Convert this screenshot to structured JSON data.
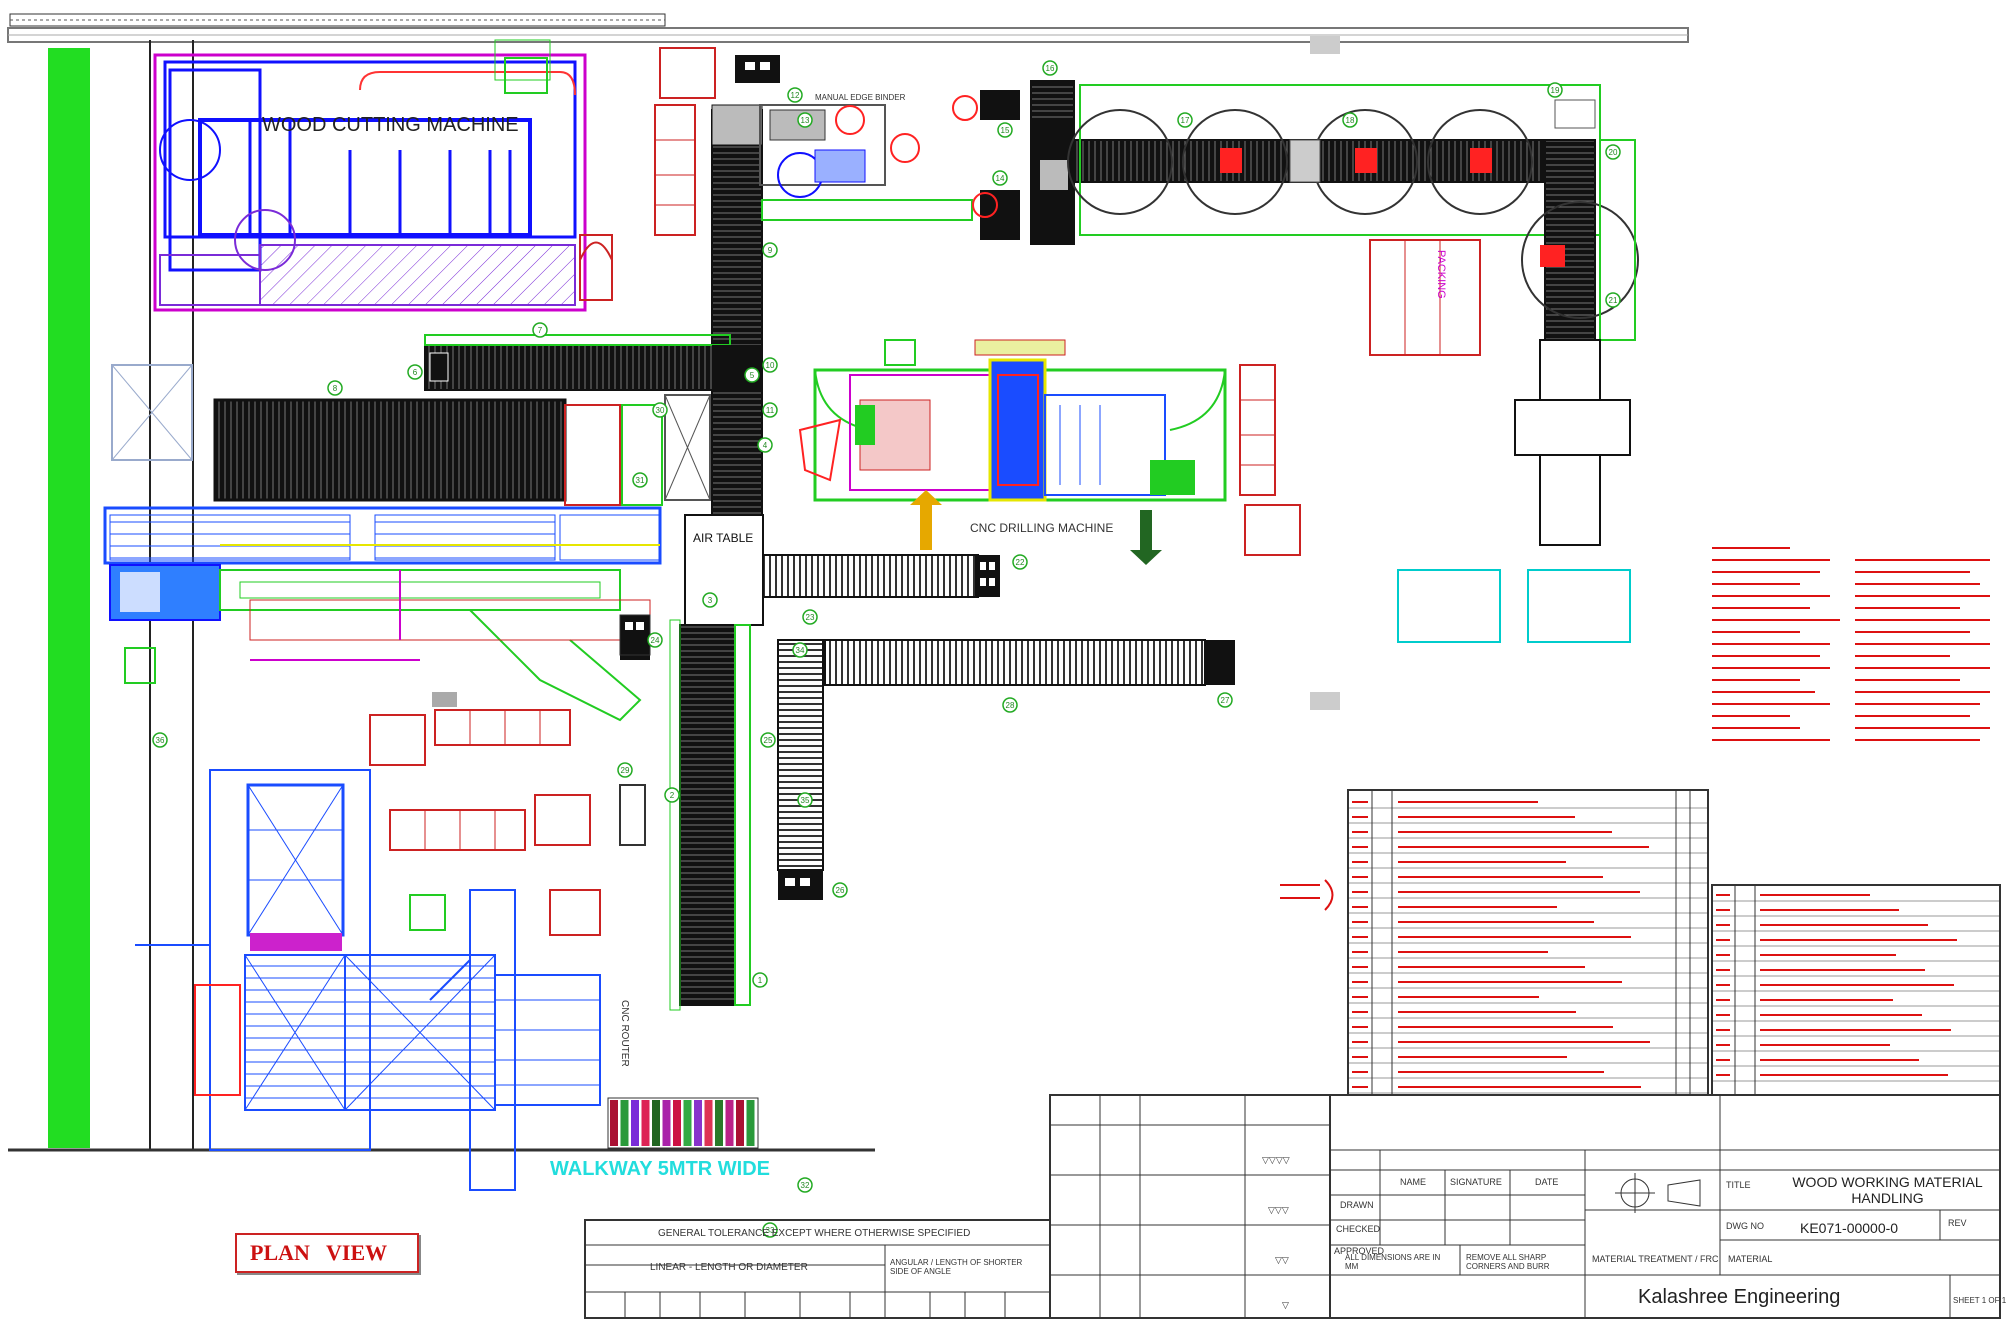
{
  "labels": {
    "wood_cutting": "WOOD CUTTING MACHINE",
    "air_table": "AIR TABLE",
    "cnc_drilling": "CNC DRILLING MACHINE",
    "walkway": "WALKWAY 5MTR WIDE",
    "plan_view": "PLAN   VIEW",
    "cnc_router": "CNC ROUTER",
    "manual_edge_binder": "MANUAL EDGE BINDER",
    "packing": "PACKING"
  },
  "numbers": [
    "1",
    "2",
    "3",
    "4",
    "5",
    "6",
    "7",
    "8",
    "9",
    "10",
    "11",
    "12",
    "13",
    "14",
    "15",
    "16",
    "17",
    "18",
    "19",
    "20",
    "21",
    "22",
    "23",
    "24",
    "25",
    "26",
    "27",
    "28",
    "29",
    "30",
    "31",
    "32",
    "33",
    "34",
    "35",
    "36"
  ],
  "title_block": {
    "tolerance_title": "GENERAL TOLERANCE EXCEPT WHERE OTHERWISE SPECIFIED",
    "linear_label": "LINEAR - LENGTH OR DIAMETER",
    "angular_label": "ANGULAR / LENGTH OF SHORTER SIDE OF ANGLE",
    "all_dimensions": "ALL DIMENSIONS ARE IN MM",
    "remove_sharp": "REMOVE ALL SHARP CORNERS AND BURR",
    "drawn": "DRAWN",
    "checked": "CHECKED",
    "approved": "APPROVED",
    "name": "NAME",
    "signature": "SIGNATURE",
    "date": "DATE",
    "title_label": "TITLE",
    "title_value": "WOOD WORKING MATERIAL HANDLING",
    "dwg_no_label": "DWG NO",
    "dwg_no": "KE071-00000-0",
    "rev": "REV",
    "material_treatment": "MATERIAL TREATMENT / FRC",
    "material": "MATERIAL",
    "company": "Kalashree Engineering",
    "sheet": "SHEET 1 OF 1"
  },
  "colors": {
    "green_wall": "#22dd22",
    "machine_blue": "#1010ff",
    "machine_magenta": "#cc00cc",
    "conveyor_black": "#111111",
    "outline_green": "#22cc22",
    "note_red": "#dd1111",
    "cyan": "#00cccc"
  }
}
